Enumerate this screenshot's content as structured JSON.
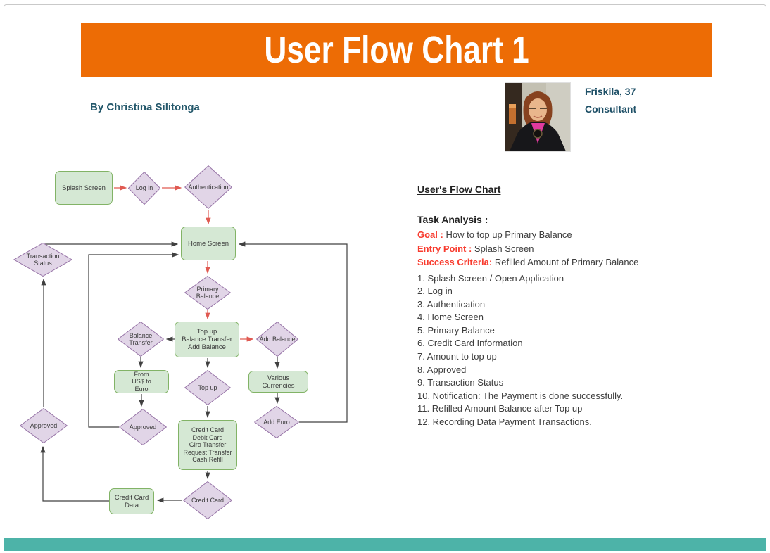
{
  "page": {
    "title": "User Flow Chart 1",
    "byline": "By Christina Silitonga",
    "banner_color": "#ED6C05",
    "bottom_bar_color": "#4DB3A8"
  },
  "persona": {
    "name_age": "Friskila, 37",
    "role": "Consultant",
    "photo": "portrait-of-woman-in-black-blazer"
  },
  "right_panel": {
    "heading": "User's Flow Chart ",
    "task_analysis_label": "Task Analysis :",
    "goal_label": "Goal :",
    "goal_text": "How to top up Primary Balance",
    "entry_label": "Entry Point :",
    "entry_text": "Splash Screen",
    "success_label": "Success Criteria:",
    "success_text": "Refilled Amount of Primary Balance",
    "label_color": "#F83B2E",
    "steps": [
      "1. Splash Screen / Open Application",
      "2. Log in",
      "3. Authentication",
      "4. Home Screen",
      "5. Primary Balance",
      "6. Credit Card Information",
      "7. Amount to top up",
      "8. Approved",
      "9. Transaction Status",
      "10. Notification: The Payment is done successfully.",
      "11. Refilled Amount Balance after Top up",
      "12. Recording Data Payment Transactions."
    ]
  },
  "flowchart": {
    "colors": {
      "process_fill": "#D5E8D4",
      "process_border": "#82B366",
      "decision_fill": "#E1D5E7",
      "decision_border": "#9673A6",
      "edge_red": "#E05A52",
      "edge_black": "#404040"
    },
    "nodes": {
      "splash": "Splash Screen",
      "login": "Log in",
      "auth": "Authentication",
      "home": "Home Screen",
      "transaction_status": "Transaction\nStatus",
      "primary_balance": "Primary\nBalance",
      "topup_options": "Top up\nBalance Transfer\nAdd Balance",
      "balance_transfer": "Balance\nTransfer",
      "add_balance": "Add Balance",
      "from_us_to_euro": "From\nUS$ to\nEuro",
      "various_currencies": "Various\nCurrencies",
      "topup": "Top up",
      "approved_mid": "Approved",
      "add_euro": "Add Euro",
      "credit_options": "Credit Card\nDebit Card\nGiro Transfer\nRequest Transfer\nCash Refill",
      "approved_left": "Approved",
      "credit_card_data": "Credit Card\nData",
      "credit_card": "Credit Card"
    },
    "edges": [
      {
        "from": "splash",
        "to": "login",
        "color": "red"
      },
      {
        "from": "login",
        "to": "auth",
        "color": "red"
      },
      {
        "from": "auth",
        "to": "home",
        "color": "red"
      },
      {
        "from": "home",
        "to": "primary_balance",
        "color": "red"
      },
      {
        "from": "primary_balance",
        "to": "topup_options",
        "color": "red"
      },
      {
        "from": "topup_options",
        "to": "add_balance",
        "color": "red"
      },
      {
        "from": "topup_options",
        "to": "balance_transfer",
        "color": "black"
      },
      {
        "from": "topup_options",
        "to": "topup",
        "color": "black"
      },
      {
        "from": "balance_transfer",
        "to": "from_us_to_euro",
        "color": "black"
      },
      {
        "from": "from_us_to_euro",
        "to": "approved_mid",
        "color": "black"
      },
      {
        "from": "approved_mid",
        "to": "home",
        "color": "black"
      },
      {
        "from": "add_balance",
        "to": "various_currencies",
        "color": "black"
      },
      {
        "from": "various_currencies",
        "to": "add_euro",
        "color": "black"
      },
      {
        "from": "add_euro",
        "to": "home",
        "color": "black"
      },
      {
        "from": "topup",
        "to": "credit_options",
        "color": "black"
      },
      {
        "from": "credit_options",
        "to": "credit_card",
        "color": "black"
      },
      {
        "from": "credit_card",
        "to": "credit_card_data",
        "color": "black"
      },
      {
        "from": "credit_card_data",
        "to": "approved_left",
        "color": "black"
      },
      {
        "from": "approved_left",
        "to": "transaction_status",
        "color": "black"
      },
      {
        "from": "transaction_status",
        "to": "home",
        "color": "black"
      }
    ]
  }
}
